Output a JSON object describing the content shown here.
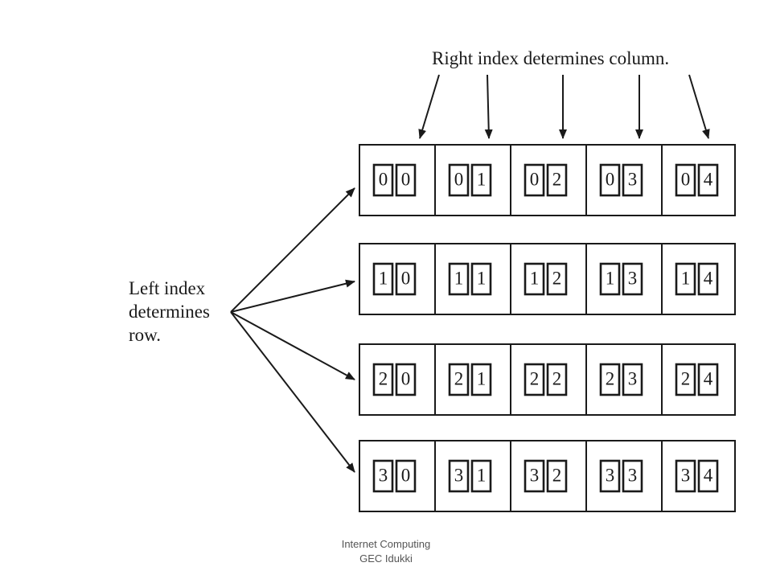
{
  "diagram": {
    "column_caption": "Right index determines column.",
    "row_caption_lines": [
      "Left index",
      "determines",
      "row."
    ],
    "rows": [
      {
        "cells": [
          [
            "0",
            "0"
          ],
          [
            "0",
            "1"
          ],
          [
            "0",
            "2"
          ],
          [
            "0",
            "3"
          ],
          [
            "0",
            "4"
          ]
        ]
      },
      {
        "cells": [
          [
            "1",
            "0"
          ],
          [
            "1",
            "1"
          ],
          [
            "1",
            "2"
          ],
          [
            "1",
            "3"
          ],
          [
            "1",
            "4"
          ]
        ]
      },
      {
        "cells": [
          [
            "2",
            "0"
          ],
          [
            "2",
            "1"
          ],
          [
            "2",
            "2"
          ],
          [
            "2",
            "3"
          ],
          [
            "2",
            "4"
          ]
        ]
      },
      {
        "cells": [
          [
            "3",
            "0"
          ],
          [
            "3",
            "1"
          ],
          [
            "3",
            "2"
          ],
          [
            "3",
            "3"
          ],
          [
            "3",
            "4"
          ]
        ]
      }
    ],
    "line_color": "#1a1a1a"
  },
  "footer": {
    "line1": "Internet Computing",
    "line2": "GEC Idukki"
  }
}
